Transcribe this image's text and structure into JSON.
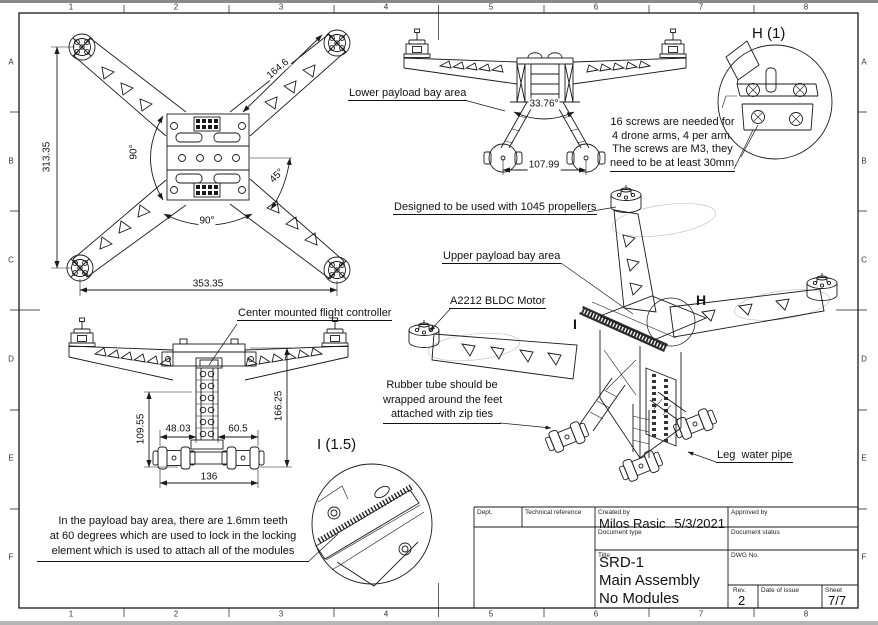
{
  "sheet": {
    "grid_columns": [
      "1",
      "2",
      "3",
      "4",
      "5",
      "6",
      "7",
      "8"
    ],
    "grid_rows": [
      "A",
      "B",
      "C",
      "D",
      "E",
      "F"
    ]
  },
  "views": {
    "top": {
      "dim_height": "313.35",
      "dim_width": "353.35",
      "dim_arm": "164.6",
      "angle_left": "90°",
      "angle_arm": "45°",
      "angle_bottom": "90°"
    },
    "front_top": {
      "label": "Lower payload bay area",
      "angle_legs": "33.76°",
      "dim_feet": "107.99"
    },
    "front_bottom": {
      "label": "Center mounted flight controller",
      "dim_left_h": "109.55",
      "dim_col_left": "48.03",
      "dim_col_right": "60.5",
      "dim_feet": "136",
      "dim_right_h": "166.25"
    },
    "detail_h": {
      "title": "H (1)",
      "marker": "H",
      "note_lines": [
        "16 screws are needed for",
        "4 drone arms, 4 per arm.",
        "The screws are M3, they",
        "need to be at least 30mm."
      ]
    },
    "detail_i": {
      "title": "I (1.5)",
      "marker": "I",
      "note_lines": [
        "In the payload bay area, there are 1.6mm teeth",
        "at 60 degrees which are used to lock in the locking",
        "element which is used to attach all of the modules"
      ]
    },
    "iso": {
      "label_propellers": "Designed to be used with 1045 propellers",
      "label_upper_bay": "Upper payload bay area",
      "label_motor": "A2212 BLDC Motor",
      "note_rubber_lines": [
        "Rubber tube should be",
        "wrapped around the feet",
        "attached with zip ties"
      ],
      "label_leg": "Leg  water pipe"
    }
  },
  "title_block": {
    "dept_label": "Dept.",
    "technical_reference_label": "Technical reference",
    "created_by_label": "Created by",
    "created_by": "Milos Rasic",
    "created_date": "5/3/2021",
    "approved_by_label": "Approved by",
    "document_type_label": "Document type",
    "document_status_label": "Document status",
    "title_label": "Title",
    "title_lines": [
      "SRD-1",
      "Main Assembly",
      "No Modules"
    ],
    "dwg_no_label": "DWG No.",
    "rev_label": "Rev.",
    "rev_value": "2",
    "date_of_issue_label": "Date of issue",
    "sheet_label": "Sheet",
    "sheet_value": "7/7"
  }
}
